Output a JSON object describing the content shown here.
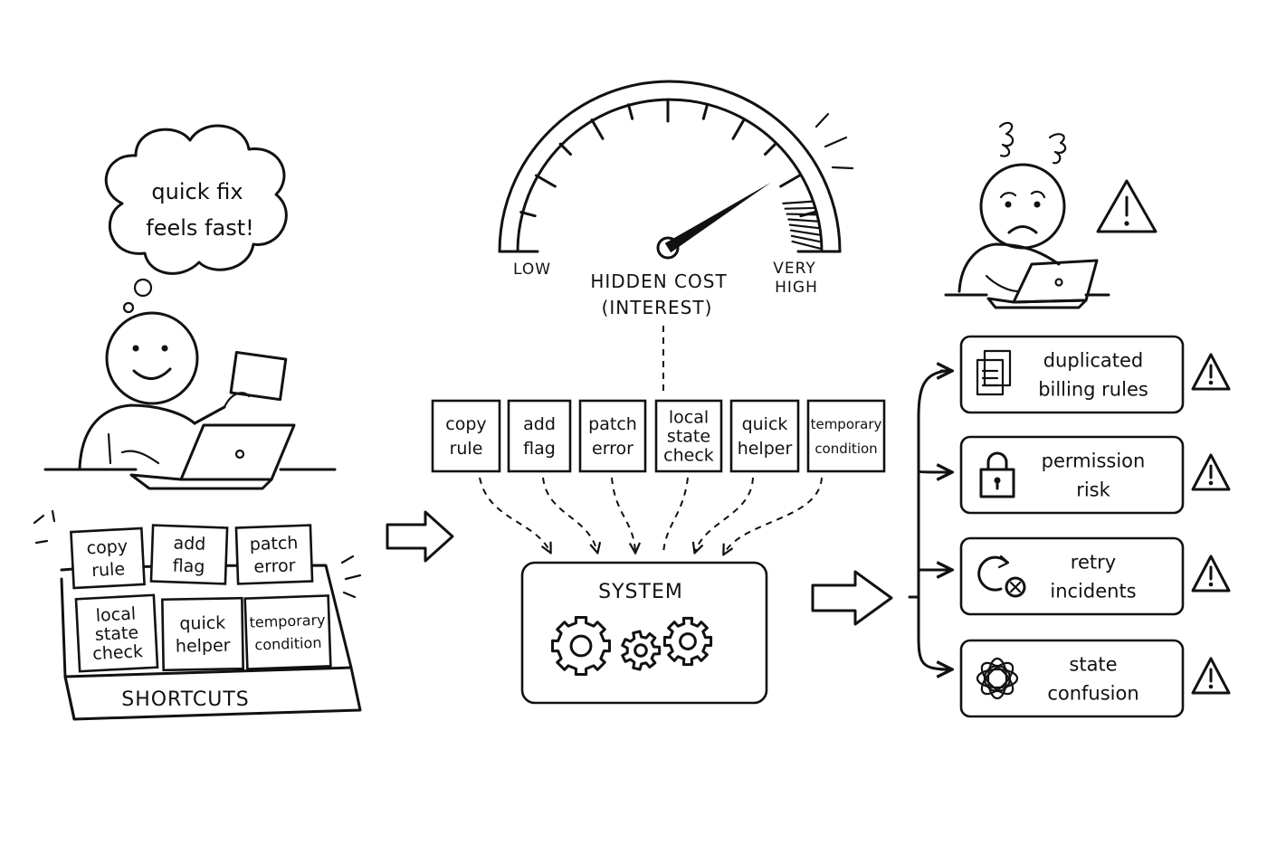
{
  "thought_bubble": {
    "line1": "quick fix",
    "line2": "feels fast!"
  },
  "shortcuts_box": {
    "title": "SHORTCUTS",
    "cards": [
      {
        "lines": [
          "copy",
          "rule"
        ]
      },
      {
        "lines": [
          "add",
          "flag"
        ]
      },
      {
        "lines": [
          "patch",
          "error"
        ]
      },
      {
        "lines": [
          "local",
          "state",
          "check"
        ]
      },
      {
        "lines": [
          "quick",
          "helper"
        ]
      },
      {
        "lines": [
          "temporary",
          "condition"
        ]
      }
    ]
  },
  "gauge": {
    "low_label": "LOW",
    "high_label_line1": "VERY",
    "high_label_line2": "HIGH",
    "title_line1": "HIDDEN  COST",
    "title_line2": "(INTEREST)",
    "needle_level": 0.82
  },
  "flow_cards": [
    {
      "lines": [
        "copy",
        "rule"
      ]
    },
    {
      "lines": [
        "add",
        "flag"
      ]
    },
    {
      "lines": [
        "patch",
        "error"
      ]
    },
    {
      "lines": [
        "local",
        "state",
        "check"
      ]
    },
    {
      "lines": [
        "quick",
        "helper"
      ]
    },
    {
      "lines": [
        "temporary",
        "condition"
      ]
    }
  ],
  "system": {
    "title": "SYSTEM"
  },
  "outcomes": [
    {
      "icon": "documents-icon",
      "lines": [
        "duplicated",
        "billing  rules"
      ]
    },
    {
      "icon": "padlock-icon",
      "lines": [
        "permission",
        "risk"
      ]
    },
    {
      "icon": "retry-error-icon",
      "lines": [
        "retry",
        "incidents"
      ]
    },
    {
      "icon": "tangled-orbit-icon",
      "lines": [
        "state",
        "confusion"
      ]
    }
  ]
}
